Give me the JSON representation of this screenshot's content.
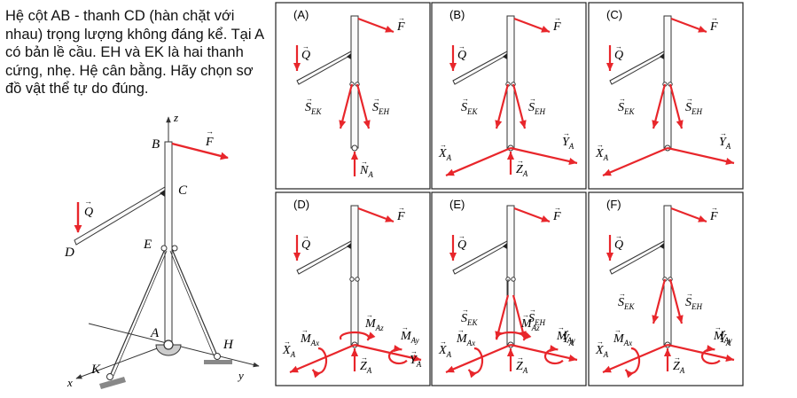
{
  "question": "Hệ cột AB - thanh CD (hàn chặt với nhau) trọng lượng không đáng kể. Tại A có bản lề cầu. EH và EK là hai thanh cứng, nhẹ. Hệ cân bằng. Hãy chọn sơ đồ vật thể tự do đúng.",
  "colors": {
    "force": "#e8262b",
    "line": "#333333",
    "frame": "#222222"
  },
  "main_figure": {
    "points": {
      "B": "B",
      "C": "C",
      "D": "D",
      "E": "E",
      "A": "A",
      "H": "H",
      "K": "K"
    },
    "axes": {
      "x": "x",
      "y": "y",
      "z": "z"
    },
    "forces": {
      "F": "F",
      "Q": "Q"
    }
  },
  "panels": [
    {
      "label": "(A)",
      "forces": {
        "F": "F",
        "Q": "Q",
        "SEK": [
          "S",
          "EK"
        ],
        "SEH": [
          "S",
          "EH"
        ],
        "NA": [
          "N",
          "A"
        ]
      }
    },
    {
      "label": "(B)",
      "forces": {
        "F": "F",
        "Q": "Q",
        "SEK": [
          "S",
          "EK"
        ],
        "SEH": [
          "S",
          "EH"
        ],
        "XA": [
          "X",
          "A"
        ],
        "YA": [
          "Y",
          "A"
        ],
        "ZA": [
          "Z",
          "A"
        ]
      }
    },
    {
      "label": "(C)",
      "forces": {
        "F": "F",
        "Q": "Q",
        "SEK": [
          "S",
          "EK"
        ],
        "SEH": [
          "S",
          "EH"
        ],
        "XA": [
          "X",
          "A"
        ],
        "YA": [
          "Y",
          "A"
        ]
      }
    },
    {
      "label": "(D)",
      "forces": {
        "F": "F",
        "Q": "Q",
        "MAz": [
          "M",
          "Az"
        ],
        "MAx": [
          "M",
          "Ax"
        ],
        "MAy": [
          "M",
          "Ay"
        ],
        "XA": [
          "X",
          "A"
        ],
        "YA": [
          "Y",
          "A"
        ],
        "ZA": [
          "Z",
          "A"
        ]
      }
    },
    {
      "label": "(E)",
      "forces": {
        "F": "F",
        "Q": "Q",
        "SEK": [
          "S",
          "EK"
        ],
        "SEH": [
          "S",
          "EH"
        ],
        "MAz": [
          "M",
          "Az"
        ],
        "MAx": [
          "M",
          "Ax"
        ],
        "MAy": [
          "M",
          "Ay"
        ],
        "XA": [
          "X",
          "A"
        ],
        "YA": [
          "Y",
          "A"
        ],
        "ZA": [
          "Z",
          "A"
        ]
      }
    },
    {
      "label": "(F)",
      "forces": {
        "F": "F",
        "Q": "Q",
        "SEK": [
          "S",
          "EK"
        ],
        "SEH": [
          "S",
          "EH"
        ],
        "MAx": [
          "M",
          "Ax"
        ],
        "MAy": [
          "M",
          "Ay"
        ],
        "XA": [
          "X",
          "A"
        ],
        "YA": [
          "Y",
          "A"
        ],
        "ZA": [
          "Z",
          "A"
        ]
      }
    }
  ]
}
